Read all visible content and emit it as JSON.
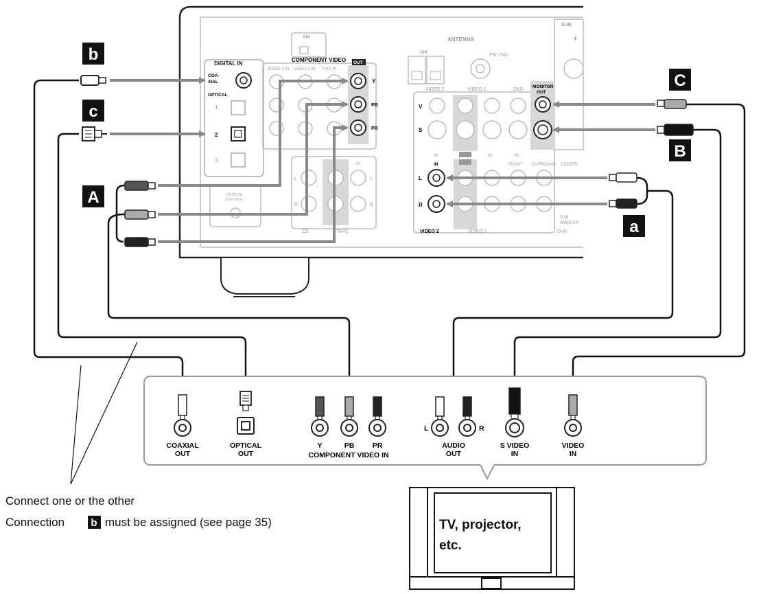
{
  "receiver": {
    "digital_in": "DIGITAL IN",
    "coaxial": [
      "COA-",
      "XIAL"
    ],
    "optical": "OPTICAL",
    "optical_nums": [
      "1",
      "2",
      "3"
    ],
    "xm": "XM",
    "component_video": "COMPONENT VIDEO",
    "comp_in_labels": [
      "VIDEO 2 IN",
      "VIDEO 1 IN",
      "DVD IN"
    ],
    "out_badge": "OUT",
    "comp_out_labels": [
      "Y",
      "PB",
      "PR"
    ],
    "antenna": "ANTENNA",
    "am": "AM",
    "fm": "FM 75Ω",
    "sur": "SUR",
    "plus": "+",
    "video_groups": [
      "VIDEO 2",
      "VIDEO 1",
      "DVD"
    ],
    "row_v": "V",
    "row_s": "S",
    "monitor_out": [
      "MONITOR",
      "OUT"
    ],
    "in_labels": [
      "IN",
      "IN",
      "IN"
    ],
    "audio_in": "IN",
    "audio_l": "L",
    "audio_r": "R",
    "audio_cols": [
      "FRONT",
      "SURROUND",
      "CENTER"
    ],
    "sub_woofer": [
      "SUB",
      "WOOFER"
    ],
    "bottom_groups": [
      "VIDEO 2",
      "VIDEO 1",
      "DVD"
    ],
    "remote": [
      "REMOTE",
      "CONTROL"
    ],
    "cd": "CD",
    "tape": "TAPE",
    "tape_in": "IN",
    "cd_l": "L",
    "cd_r": "R"
  },
  "cable_badges": {
    "b": "b",
    "c": "c",
    "A": "A",
    "C": "C",
    "B": "B",
    "a": "a"
  },
  "tv_panel": {
    "coaxial_out": [
      "COAXIAL",
      "OUT"
    ],
    "optical_out": [
      "OPTICAL",
      "OUT"
    ],
    "comp_labels": [
      "Y",
      "PB",
      "PR"
    ],
    "comp_title": "COMPONENT VIDEO IN",
    "audio_l": "L",
    "audio_r": "R",
    "audio_out": [
      "AUDIO",
      "OUT"
    ],
    "s_video_in": [
      "S VIDEO",
      "IN"
    ],
    "video_in": [
      "VIDEO",
      "IN"
    ]
  },
  "tv": {
    "screen_text": [
      "TV, projector,",
      "etc."
    ]
  },
  "notes": {
    "line1": "Connect one or the other",
    "line2_pre": "Connection",
    "line2_badge": "b",
    "line2_post": "must be assigned (see page 35)"
  }
}
